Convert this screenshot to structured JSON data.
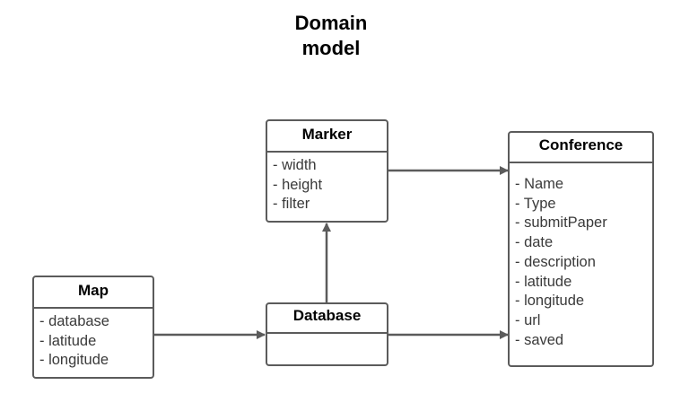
{
  "title": {
    "line1": "Domain",
    "line2": "model"
  },
  "colors": {
    "stroke": "#5b5b5b",
    "text": "#000000",
    "attribute_text": "#3a3a3a",
    "background": "#ffffff"
  },
  "classes": {
    "marker": {
      "name": "Marker",
      "attributes": [
        "- width",
        "- height",
        "- filter"
      ]
    },
    "conference": {
      "name": "Conference",
      "attributes": [
        "- Name",
        "- Type",
        "- submitPaper",
        "- date",
        "- description",
        "- latitude",
        "- longitude",
        "- url",
        "- saved"
      ]
    },
    "map": {
      "name": "Map",
      "attributes": [
        "- database",
        "- latitude",
        "- longitude"
      ]
    },
    "database": {
      "name": "Database",
      "attributes": []
    }
  },
  "relations": [
    {
      "from": "Map",
      "to": "Database"
    },
    {
      "from": "Database",
      "to": "Marker"
    },
    {
      "from": "Database",
      "to": "Conference"
    },
    {
      "from": "Marker",
      "to": "Conference"
    }
  ]
}
